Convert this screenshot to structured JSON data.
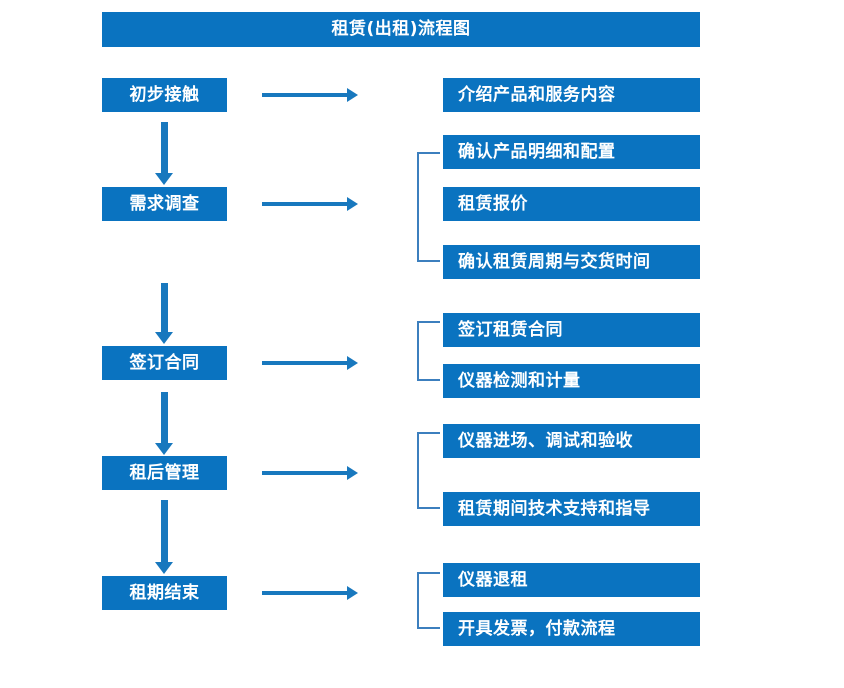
{
  "title": "租赁(出租)流程图",
  "colors": {
    "box_blue": "#0A73C0",
    "arrow_blue": "#1878BE",
    "bracket_blue": "#3C7FBE",
    "text_white": "#FFFFFF",
    "background": "#FFFFFF"
  },
  "stages": [
    {
      "label": "初步接触"
    },
    {
      "label": "需求调查"
    },
    {
      "label": "签订合同"
    },
    {
      "label": "租后管理"
    },
    {
      "label": "租期结束"
    }
  ],
  "details": [
    {
      "label": "介绍产品和服务内容"
    },
    {
      "label": "确认产品明细和配置"
    },
    {
      "label": "租赁报价"
    },
    {
      "label": "确认租赁周期与交货时间"
    },
    {
      "label": "签订租赁合同"
    },
    {
      "label": "仪器检测和计量"
    },
    {
      "label": "仪器进场、调试和验收"
    },
    {
      "label": "租赁期间技术支持和指导"
    },
    {
      "label": "仪器退租"
    },
    {
      "label": "开具发票，付款流程"
    }
  ],
  "groups": [
    {
      "stage": "初步接触",
      "details": [
        "介绍产品和服务内容"
      ]
    },
    {
      "stage": "需求调查",
      "details": [
        "确认产品明细和配置",
        "租赁报价",
        "确认租赁周期与交货时间"
      ]
    },
    {
      "stage": "签订合同",
      "details": [
        "签订租赁合同",
        "仪器检测和计量"
      ]
    },
    {
      "stage": "租后管理",
      "details": [
        "仪器进场、调试和验收",
        "租赁期间技术支持和指导"
      ]
    },
    {
      "stage": "租期结束",
      "details": [
        "仪器退租",
        "开具发票，付款流程"
      ]
    }
  ]
}
